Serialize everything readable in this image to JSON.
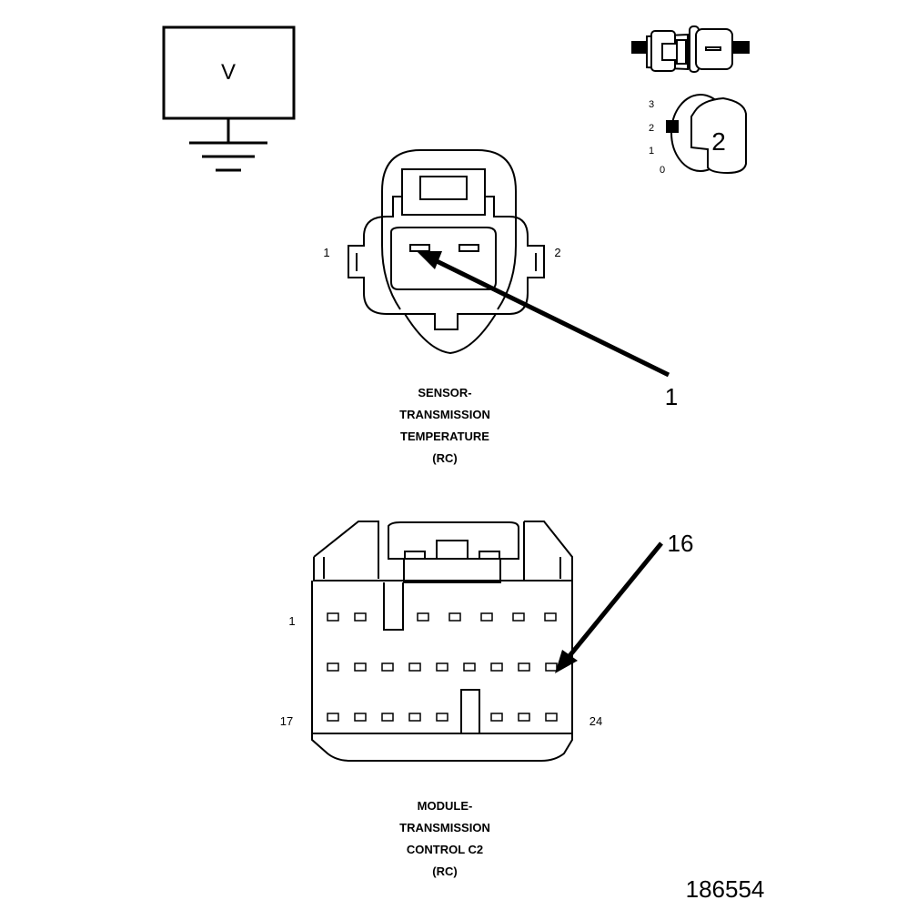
{
  "voltmeter": {
    "symbol": "V"
  },
  "position_indicator": {
    "ticks": [
      "3",
      "2",
      "1",
      "0"
    ],
    "selected": "2"
  },
  "sensor_connector": {
    "pin_left": "1",
    "pin_right": "2",
    "callout": "1",
    "caption": [
      "SENSOR-",
      "TRANSMISSION",
      "TEMPERATURE",
      "(RC)"
    ]
  },
  "module_connector": {
    "pin_first": "1",
    "pin_row3_first": "17",
    "pin_last": "24",
    "callout": "16",
    "caption": [
      "MODULE-",
      "TRANSMISSION",
      "CONTROL C2",
      "(RC)"
    ]
  },
  "figure_id": "186554"
}
